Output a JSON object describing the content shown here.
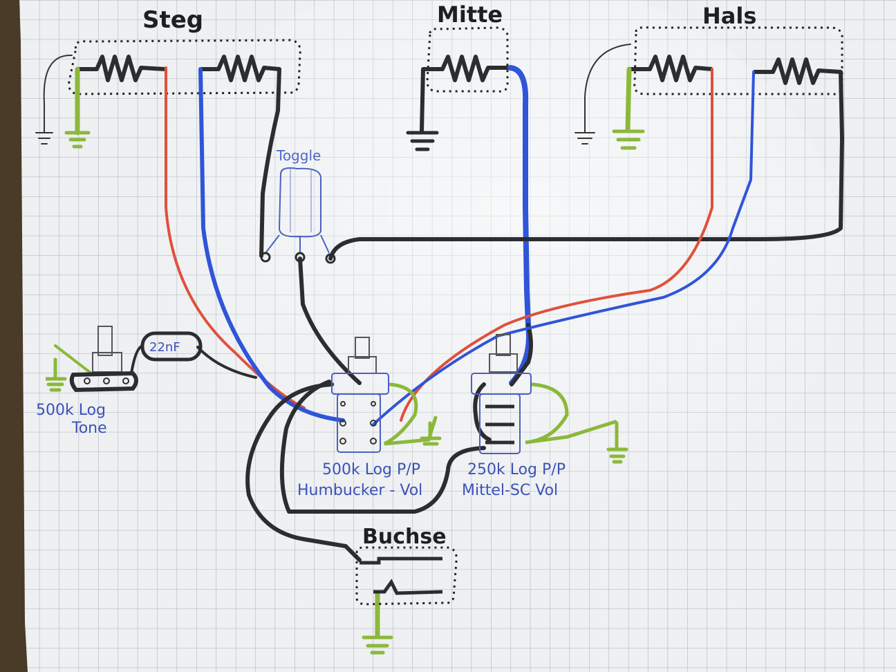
{
  "sections": {
    "bridge": "Steg",
    "middle": "Mitte",
    "neck": "Hals",
    "jack": "Buchse"
  },
  "components": {
    "toggle": "Toggle",
    "capacitor": "22nF",
    "tone_pot_value": "500k Log",
    "tone_pot_name": "Tone",
    "hb_pot_value": "500k Log P/P",
    "hb_pot_name": "Humbucker - Vol",
    "sc_pot_value": "250k Log P/P",
    "sc_pot_name": "Mittel-SC Vol"
  },
  "colors": {
    "paper": "#eef0f2",
    "grid": "#a9b2bd",
    "ink": "#2b2d30",
    "hot_red": "#e0503c",
    "hot_blue": "#2f55d8",
    "ground": "#8cb83a",
    "label_blue": "#3b52b8"
  }
}
